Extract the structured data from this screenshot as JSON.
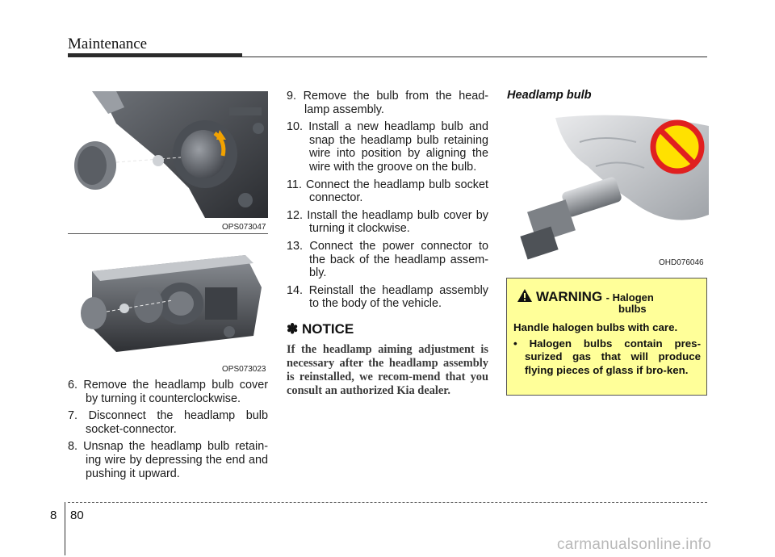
{
  "header": {
    "title": "Maintenance"
  },
  "figures": {
    "top_code": "OPS073047",
    "bottom_code": "OPS073023",
    "bulb_code": "OHD076046"
  },
  "steps_left": [
    {
      "num": "6.",
      "text": "Remove the headlamp bulb cover by turning it counterclockwise."
    },
    {
      "num": "7.",
      "text": "Disconnect the headlamp bulb socket-connector."
    },
    {
      "num": "8.",
      "text": "Unsnap the headlamp bulb retain-ing wire by depressing the end and pushing it upward."
    }
  ],
  "steps_middle": [
    {
      "num": "9.",
      "text": "Remove the bulb from the head-lamp assembly."
    },
    {
      "num": "10.",
      "text": "Install a new headlamp bulb and snap the headlamp bulb retaining wire into position by aligning the wire with the groove on the bulb."
    },
    {
      "num": "11.",
      "text": "Connect the headlamp bulb socket connector."
    },
    {
      "num": "12.",
      "text": "Install the headlamp bulb cover by turning it clockwise."
    },
    {
      "num": "13.",
      "text": "Connect the power connector to the back of the headlamp assem-bly."
    },
    {
      "num": "14.",
      "text": "Reinstall the headlamp assembly to the body of the vehicle."
    }
  ],
  "notice": {
    "heading": "✽ NOTICE",
    "body": "If the headlamp aiming adjustment is necessary after the headlamp assembly is reinstalled, we recom-mend that you consult an authorized Kia dealer."
  },
  "section": {
    "heading": "Headlamp bulb"
  },
  "warning": {
    "word": "WARNING",
    "subtitle_a": "- Halogen",
    "subtitle_b": "bulbs",
    "line": "Handle halogen bulbs with care.",
    "bullet": "• Halogen bulbs contain pres-surized gas that will produce flying pieces of glass if bro-ken.",
    "color_bg": "#ffff99"
  },
  "footer": {
    "chapter": "8",
    "page": "80",
    "watermark": "carmanualsonline.info"
  },
  "icons": [
    "warning-triangle-icon",
    "prohibited-icon"
  ]
}
